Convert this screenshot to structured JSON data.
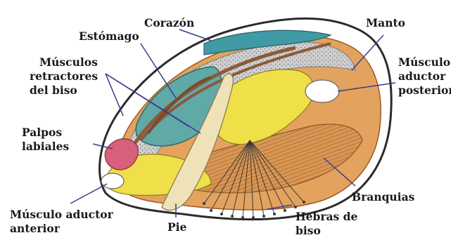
{
  "labels": {
    "corazon": "Corazón",
    "estomago": "Estómago",
    "musculos_retractores": [
      "Músculos",
      "retractores",
      "del biso"
    ],
    "palpos_labiales": [
      "Palpos",
      "labiales"
    ],
    "musculo_aductor_anterior": [
      "Músculo aductor",
      "anterior"
    ],
    "pie": "Pie",
    "hebras_de_biso": [
      "Hebras de",
      "biso"
    ],
    "branquias": "Branquias",
    "musculo_aductor_posterior": [
      "Músculo",
      "aductor",
      "posterior"
    ],
    "manto": "Manto"
  },
  "colors": {
    "shell_outline": "#2b2b2b",
    "mantle_orange": "#e3a35e",
    "mantle_dark": "#c9793a",
    "gills": "#d98e4a",
    "stomach_teal": "#5fa9a7",
    "heart_teal": "#3f9aa6",
    "foot_yellow": "#efe04a",
    "foot_cream": "#efe2b8",
    "palps_pink": "#d9607a",
    "speckle_gray": "#9e9e9e",
    "leader_blue": "#3c3a8c"
  }
}
